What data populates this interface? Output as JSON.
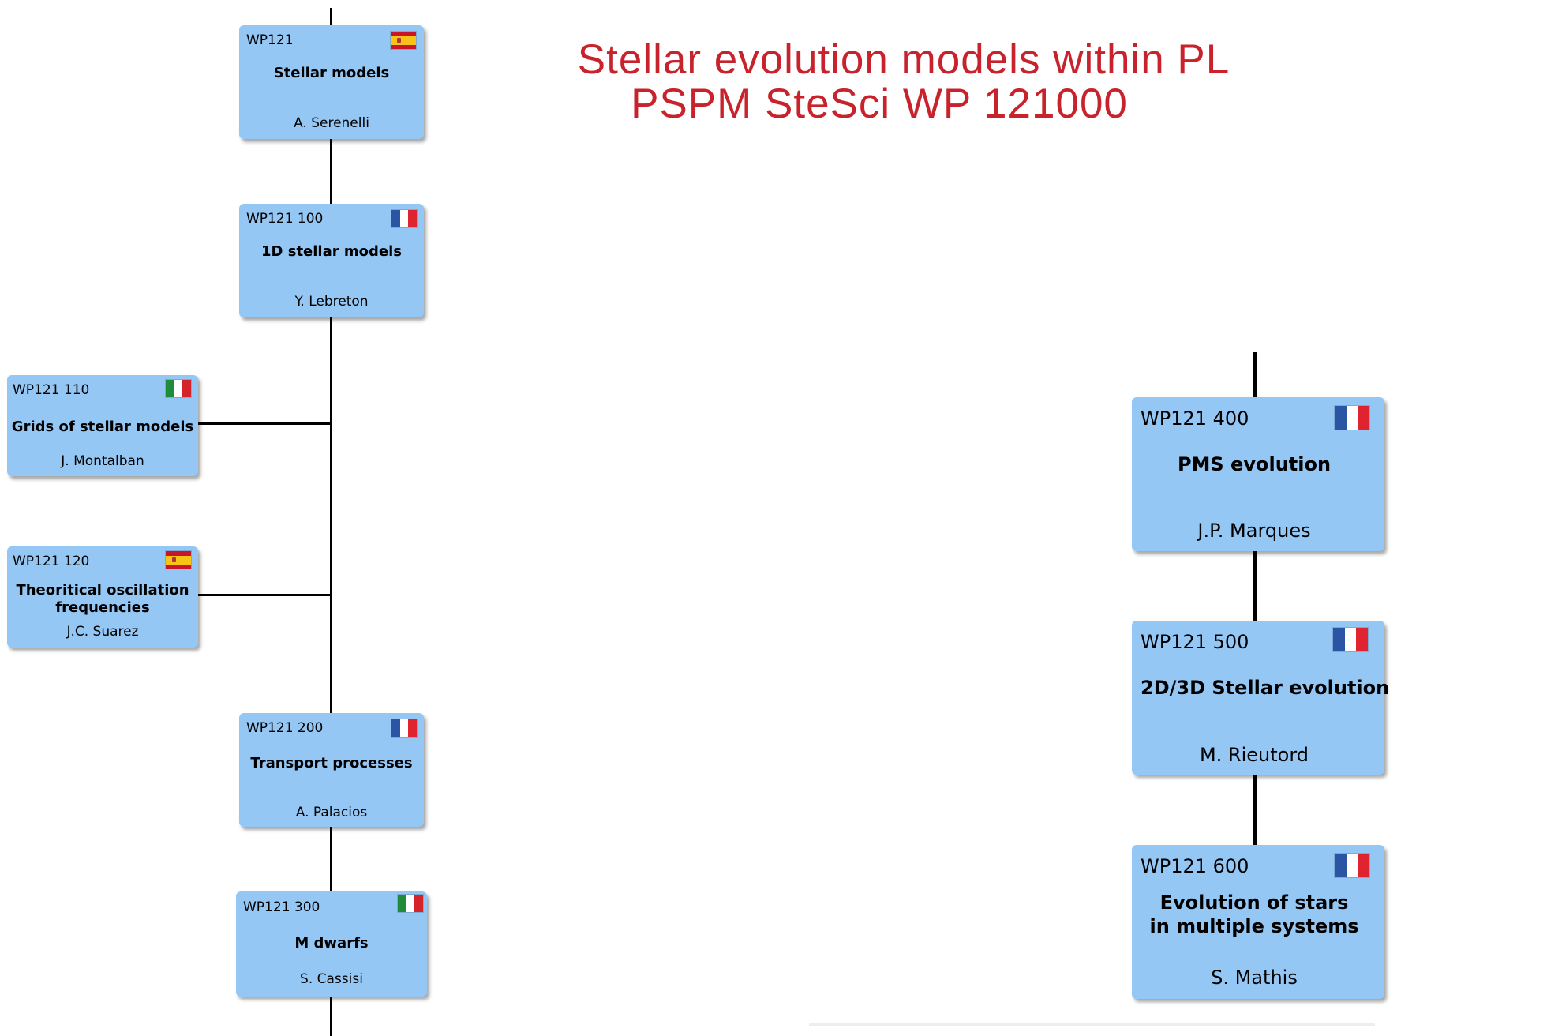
{
  "title": {
    "line1": "Stellar evolution models within PL",
    "line2": "PSPM SteSci WP 121000"
  },
  "boxes": {
    "wp121": {
      "code": "WP121",
      "name": "Stellar models",
      "lead": "A. Serenelli",
      "flag": "spain-flag-icon"
    },
    "wp121_100": {
      "code": "WP121 100",
      "name": "1D stellar models",
      "lead": "Y. Lebreton",
      "flag": "france-flag-icon"
    },
    "wp121_110": {
      "code": "WP121 110",
      "name": "Grids of stellar models",
      "lead": "J. Montalban",
      "flag": "italy-flag-icon"
    },
    "wp121_120": {
      "code": "WP121 120",
      "name_line1": "Theoritical oscillation",
      "name_line2": "frequencies",
      "lead": "J.C. Suarez",
      "flag": "spain-flag-icon"
    },
    "wp121_200": {
      "code": "WP121 200",
      "name": "Transport processes",
      "lead": "A. Palacios",
      "flag": "france-flag-icon"
    },
    "wp121_300": {
      "code": "WP121 300",
      "name": "M dwarfs",
      "lead": "S. Cassisi",
      "flag": "italy-flag-icon"
    },
    "wp121_400": {
      "code": "WP121 400",
      "name": "PMS evolution",
      "lead": "J.P. Marques",
      "flag": "france-flag-icon"
    },
    "wp121_500": {
      "code": "WP121 500",
      "name": "2D/3D Stellar evolution",
      "lead": "M. Rieutord",
      "flag": "france-flag-icon"
    },
    "wp121_600": {
      "code": "WP121 600",
      "name_line1": "Evolution of stars",
      "name_line2": "in multiple systems",
      "lead": "S. Mathis",
      "flag": "france-flag-icon"
    }
  },
  "colors": {
    "title": "#c8232c",
    "box": "#95c7f5",
    "connector": "#000000"
  }
}
